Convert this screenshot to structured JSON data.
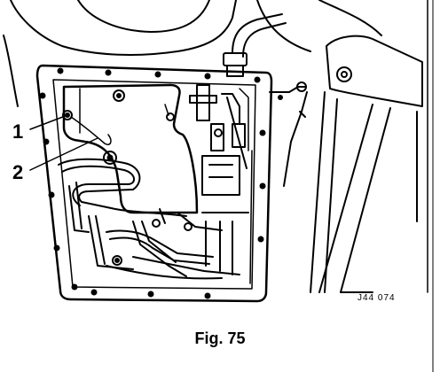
{
  "callouts": [
    {
      "id": "1",
      "label": "1"
    },
    {
      "id": "2",
      "label": "2"
    }
  ],
  "reference_code": "J44 074",
  "caption": "Fig. 75",
  "colors": {
    "ink": "#000000",
    "paper": "#ffffff"
  }
}
